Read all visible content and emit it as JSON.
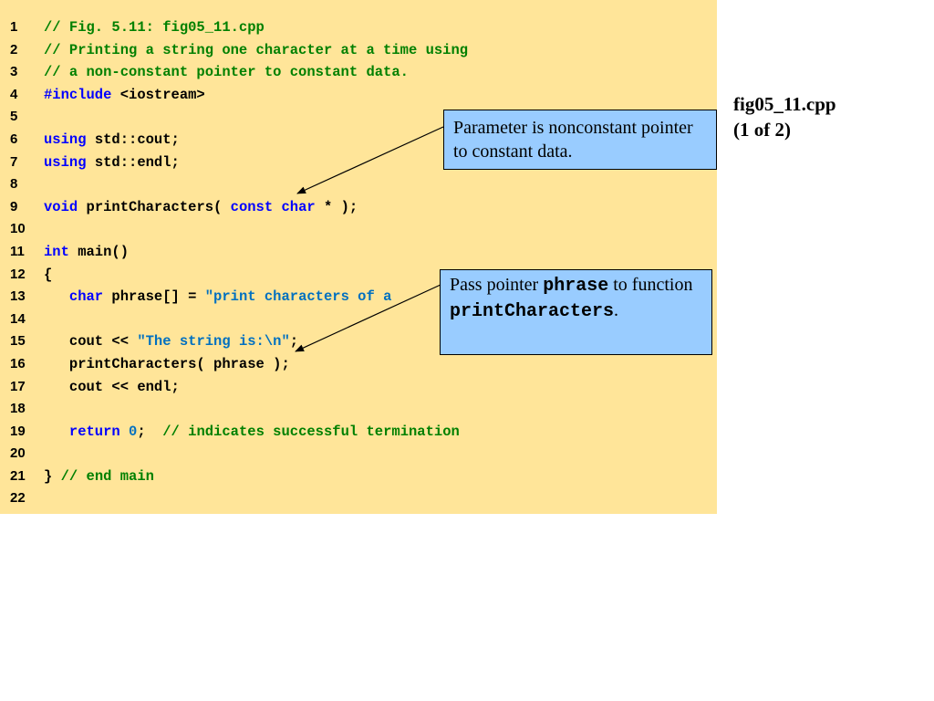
{
  "code_lines": [
    {
      "num": "1",
      "tokens": [
        {
          "t": "// Fig. 5.11: fig05_11.cpp",
          "c": "comment"
        }
      ]
    },
    {
      "num": "2",
      "tokens": [
        {
          "t": "// Printing a string one character at a time using",
          "c": "comment"
        }
      ]
    },
    {
      "num": "3",
      "tokens": [
        {
          "t": "// a non-constant pointer to constant data.",
          "c": "comment"
        }
      ]
    },
    {
      "num": "4",
      "tokens": [
        {
          "t": "#include",
          "c": "keyword"
        },
        {
          "t": " <iostream>",
          "c": "plain"
        }
      ]
    },
    {
      "num": "5",
      "tokens": []
    },
    {
      "num": "6",
      "tokens": [
        {
          "t": "using",
          "c": "keyword"
        },
        {
          "t": " std::cout;",
          "c": "plain"
        }
      ]
    },
    {
      "num": "7",
      "tokens": [
        {
          "t": "using",
          "c": "keyword"
        },
        {
          "t": " std::endl;",
          "c": "plain"
        }
      ]
    },
    {
      "num": "8",
      "tokens": []
    },
    {
      "num": "9",
      "tokens": [
        {
          "t": "void",
          "c": "keyword"
        },
        {
          "t": " printCharacters( ",
          "c": "plain"
        },
        {
          "t": "const",
          "c": "keyword"
        },
        {
          "t": " ",
          "c": "plain"
        },
        {
          "t": "char",
          "c": "keyword"
        },
        {
          "t": " * );",
          "c": "plain"
        }
      ]
    },
    {
      "num": "10",
      "tokens": []
    },
    {
      "num": "11",
      "tokens": [
        {
          "t": "int",
          "c": "keyword"
        },
        {
          "t": " main()",
          "c": "plain"
        }
      ]
    },
    {
      "num": "12",
      "tokens": [
        {
          "t": "{",
          "c": "plain"
        }
      ]
    },
    {
      "num": "13",
      "tokens": [
        {
          "t": "   ",
          "c": "plain"
        },
        {
          "t": "char",
          "c": "keyword"
        },
        {
          "t": " phrase[] = ",
          "c": "plain"
        },
        {
          "t": "\"print characters of a",
          "c": "string"
        }
      ]
    },
    {
      "num": "14",
      "tokens": []
    },
    {
      "num": "15",
      "tokens": [
        {
          "t": "   cout << ",
          "c": "plain"
        },
        {
          "t": "\"The string is:\\n\"",
          "c": "string"
        },
        {
          "t": ";",
          "c": "plain"
        }
      ]
    },
    {
      "num": "16",
      "tokens": [
        {
          "t": "   printCharacters( phrase );",
          "c": "plain"
        }
      ]
    },
    {
      "num": "17",
      "tokens": [
        {
          "t": "   cout << endl;",
          "c": "plain"
        }
      ]
    },
    {
      "num": "18",
      "tokens": []
    },
    {
      "num": "19",
      "tokens": [
        {
          "t": "   ",
          "c": "plain"
        },
        {
          "t": "return",
          "c": "keyword"
        },
        {
          "t": " ",
          "c": "plain"
        },
        {
          "t": "0",
          "c": "number"
        },
        {
          "t": ";  ",
          "c": "plain"
        },
        {
          "t": "// indicates successful termination",
          "c": "comment"
        }
      ]
    },
    {
      "num": "20",
      "tokens": []
    },
    {
      "num": "21",
      "tokens": [
        {
          "t": "} ",
          "c": "plain"
        },
        {
          "t": "// end main",
          "c": "comment"
        }
      ]
    },
    {
      "num": "22",
      "tokens": []
    }
  ],
  "callouts": {
    "param": {
      "text": "Parameter is nonconstant pointer to constant data."
    },
    "pass": {
      "prefix": "Pass pointer ",
      "code1": "phrase",
      "middle": " to function ",
      "code2": "printCharacters",
      "suffix": "."
    }
  },
  "file_label": {
    "name": "fig05_11.cpp",
    "page": "(1 of 2)"
  },
  "colors": {
    "code_background": "#ffe599",
    "callout_background": "#99ccff",
    "comment": "#008000",
    "keyword": "#0000ff",
    "string": "#0070c0"
  }
}
